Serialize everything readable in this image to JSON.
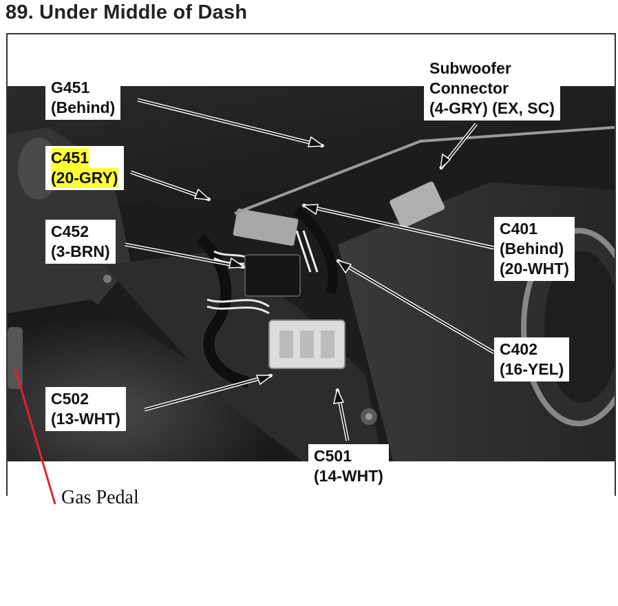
{
  "title": "89. Under Middle of Dash",
  "labels": {
    "g451": {
      "line1": "G451",
      "line2": "(Behind)"
    },
    "subwoofer": {
      "line1": "Subwoofer",
      "line2": "Connector",
      "line3": "(4-GRY) (EX, SC)"
    },
    "c451": {
      "line1": "C451",
      "line2": "(20-GRY)"
    },
    "c452": {
      "line1": "C452",
      "line2": "(3-BRN)"
    },
    "c401": {
      "line1": "C401",
      "line2": "(Behind)",
      "line3": "(20-WHT)"
    },
    "c402": {
      "line1": "C402",
      "line2": "(16-YEL)"
    },
    "c502": {
      "line1": "C502",
      "line2": "(13-WHT)"
    },
    "c501": {
      "line1": "C501",
      "line2": "(14-WHT)"
    }
  },
  "annotation": "Gas Pedal",
  "colors": {
    "highlight": "#ffff33",
    "annotation_line": "#e8202a"
  }
}
